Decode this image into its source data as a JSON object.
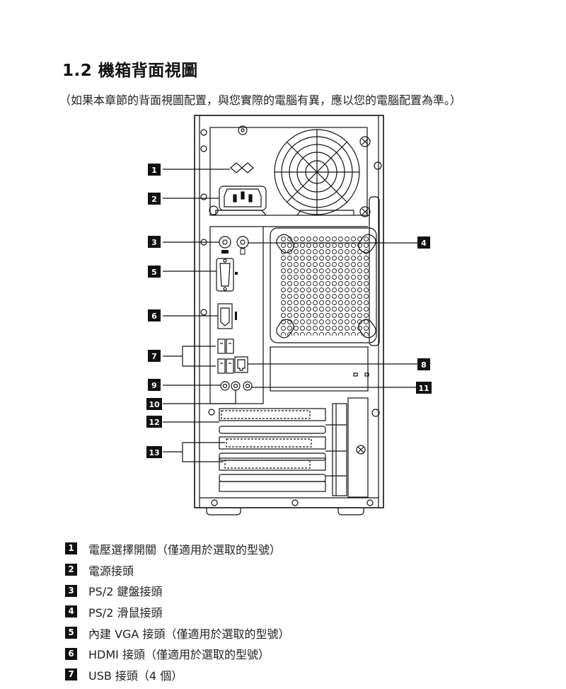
{
  "title": "1.2 機箱背面視圖",
  "subtitle": "（如果本章節的背面視圖配置，與您實際的電腦有異，應以您的電腦配置為準。）",
  "callouts": [
    "1",
    "2",
    "3",
    "4",
    "5",
    "6",
    "7",
    "8",
    "9",
    "10",
    "11",
    "12",
    "13"
  ],
  "legend": [
    {
      "num": "1",
      "text": "電壓選擇開關（僅適用於選取的型號）"
    },
    {
      "num": "2",
      "text": "電源接頭"
    },
    {
      "num": "3",
      "text": "PS/2 鍵盤接頭"
    },
    {
      "num": "4",
      "text": "PS/2 滑鼠接頭"
    },
    {
      "num": "5",
      "text": "內建 VGA 接頭（僅適用於選取的型號）"
    },
    {
      "num": "6",
      "text": "HDMI 接頭（僅適用於選取的型號）"
    },
    {
      "num": "7",
      "text": "USB 接頭（4 個）"
    }
  ]
}
